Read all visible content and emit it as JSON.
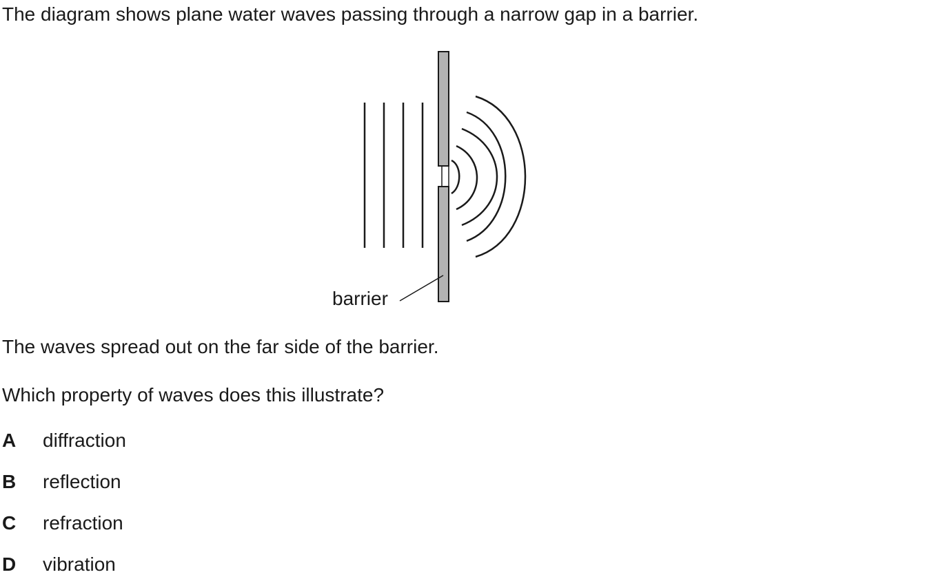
{
  "intro_text": "The diagram shows plane water waves passing through a narrow gap in a barrier.",
  "diagram": {
    "barrier_label": "barrier",
    "colors": {
      "barrier_fill": "#b3b3b3",
      "line": "#1a1a1a"
    }
  },
  "spread_text": "The waves spread out on the far side of the barrier.",
  "question_text": "Which property of waves does this illustrate?",
  "options": [
    {
      "letter": "A",
      "text": "diffraction"
    },
    {
      "letter": "B",
      "text": "reflection"
    },
    {
      "letter": "C",
      "text": "refraction"
    },
    {
      "letter": "D",
      "text": "vibration"
    }
  ]
}
